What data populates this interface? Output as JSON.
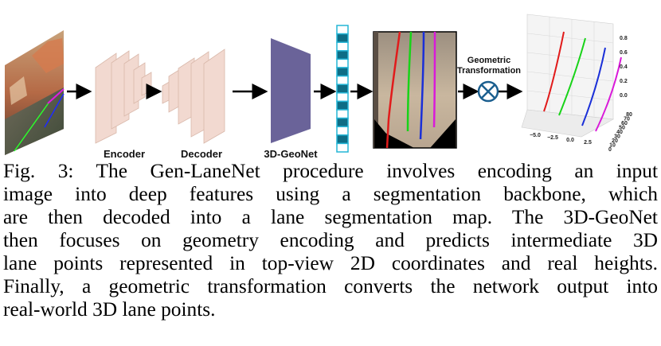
{
  "figure": {
    "labels": {
      "encoder": "Encoder",
      "decoder": "Decoder",
      "geonet": "3D-GeoNet",
      "geo_line1": "Geometric",
      "geo_line2": "Transformation"
    },
    "plot_ticks": {
      "z": [
        "0.8",
        "0.6",
        "0.4",
        "0.2",
        "0.0"
      ],
      "x": [
        "−5.0",
        "−2.5",
        "0.0",
        "2.5"
      ],
      "y": [
        "80",
        "70",
        "60",
        "50",
        "40",
        "30",
        "20",
        "10",
        "0"
      ]
    },
    "colors": {
      "block": "#f2d9d0",
      "block_edge": "#d9b8aa",
      "geonet": "#6a6399",
      "feature": "#0e6d85",
      "feature_edge": "#23b5d6",
      "lane_red": "#e11b1b",
      "lane_green": "#18d318",
      "lane_blue": "#1a2fd8",
      "lane_magenta": "#d91ad9"
    }
  },
  "caption": {
    "lines": [
      "Fig. 3: The Gen-LaneNet procedure involves encoding an input",
      "image into deep features using a segmentation backbone, which",
      "are then decoded into a lane segmentation map. The 3D-GeoNet",
      "then focuses on geometry encoding and predicts intermediate 3D",
      "lane points represented in top-view 2D coordinates and real heights.",
      "Finally, a geometric transformation converts the network output into",
      "real-world 3D lane points."
    ]
  }
}
